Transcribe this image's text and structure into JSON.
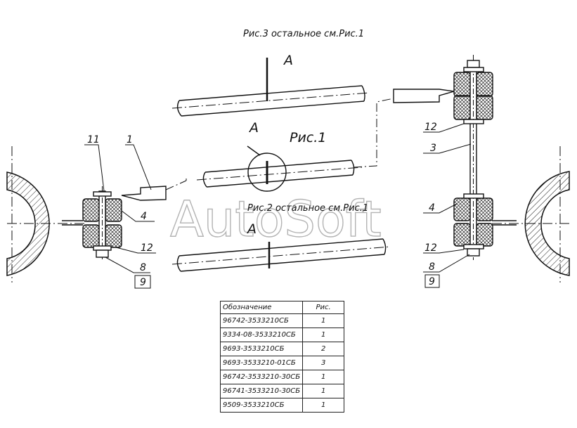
{
  "captions": {
    "fig3_note": "Рис.3 остальное см.Рис.1",
    "fig1_title": "Рис.1",
    "fig2_note": "Рис.2 остальное см.Рис.1",
    "view_a_top": "A",
    "view_a_mid": "A",
    "view_a_bottom": "A"
  },
  "left_callouts": {
    "p11": "11",
    "p1": "1",
    "p4": "4",
    "p12": "12",
    "p8": "8",
    "p9": "9"
  },
  "right_callouts": {
    "p12a": "12",
    "p3": "3",
    "p4": "4",
    "p12b": "12",
    "p8": "8",
    "p9": "9"
  },
  "watermark": "AutoSoft",
  "table": {
    "headers": [
      "Обозначение",
      "Рис."
    ],
    "rows": [
      [
        "96742-3533210СБ",
        "1"
      ],
      [
        "9334-08-3533210СБ",
        "1"
      ],
      [
        "9693-3533210СБ",
        "2"
      ],
      [
        "9693-3533210-01СБ",
        "3"
      ],
      [
        "96742-3533210-30СБ",
        "1"
      ],
      [
        "96741-3533210-30СБ",
        "1"
      ],
      [
        "9509-3533210СБ",
        "1"
      ]
    ]
  }
}
